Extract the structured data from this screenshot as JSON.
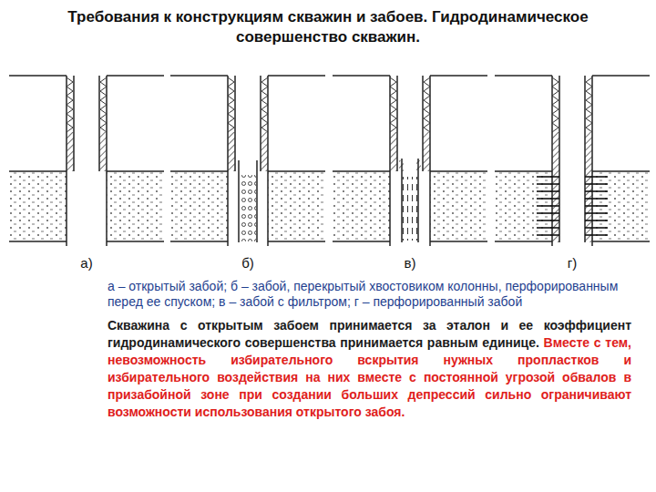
{
  "diagram": {
    "title": "Требования к конструкциям скважин и забоев. Гидродинамическое совершенство скважин.",
    "caption": "а – открытый забой; б – забой, перекрытый хвостовиком колонны, перфорированным перед ее спуском; в – забой с фильтром; г – перфорированный забой",
    "labels": [
      "а)",
      "б)",
      "в)",
      "г)",
      "Скважина с открытым забоем принимается за эталон и ее коэффициент гидродинамического совершенства принимается равным единице.",
      "Вместе с тем, невозможность избирательного вскрытия нужных пропластков и избирательного воздействия на них вместе с постоянной угрозой обвалов в призабойной зоне при создании больших депрессий сильно ограничивают возможности использования открытого забоя."
    ]
  }
}
